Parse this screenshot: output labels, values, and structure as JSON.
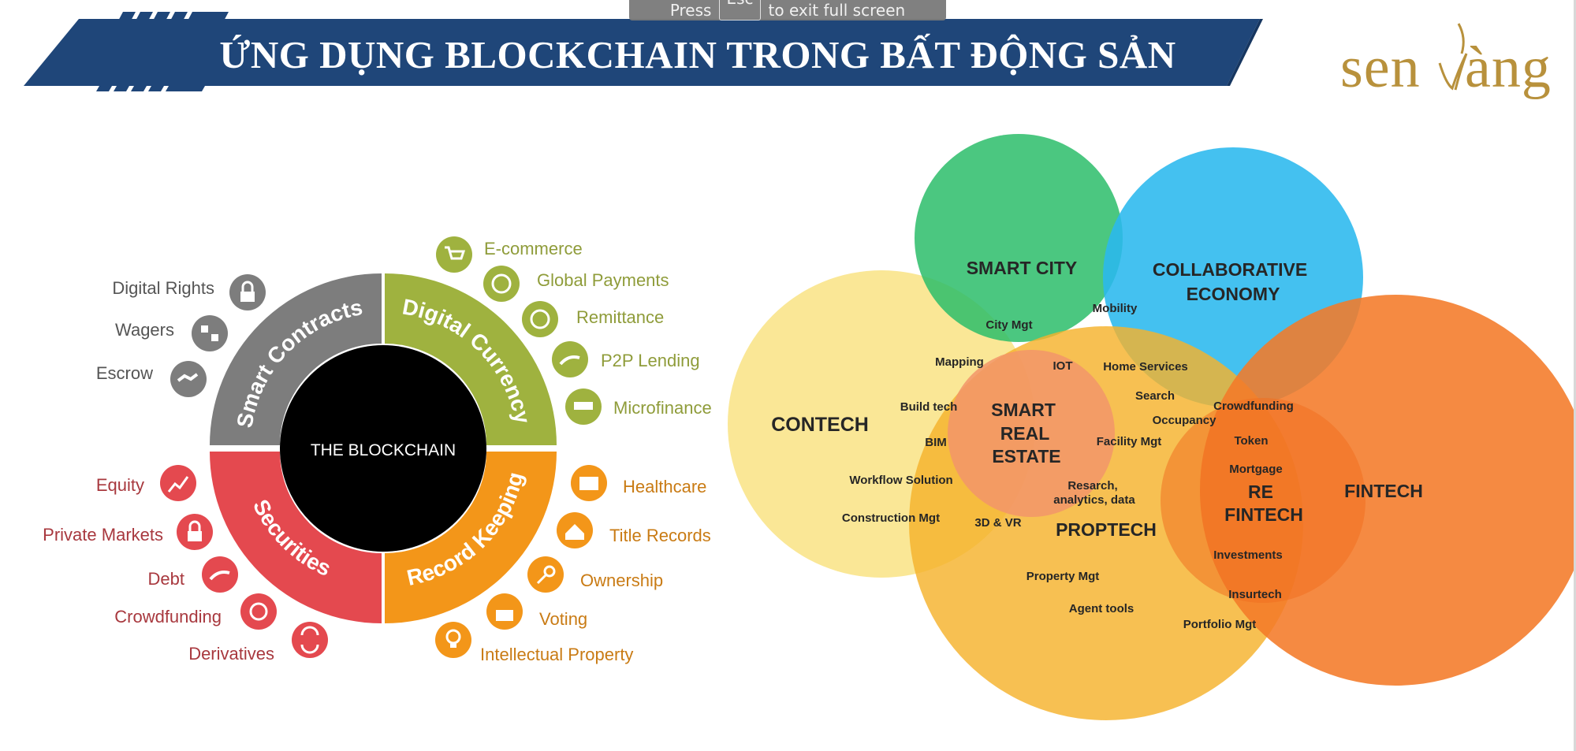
{
  "fullscreen_hint": {
    "press": "Press",
    "key": "Esc",
    "suffix": "to exit full screen"
  },
  "title": "ỨNG DỤNG BLOCKCHAIN TRONG BẤT ĐỘNG SẢN",
  "logo": {
    "text_left": "sen",
    "text_right": "àng"
  },
  "colors": {
    "header_blue": "#1f4679",
    "logo_gold": "#b8913c",
    "smart_contracts": "#7d7d7d",
    "digital_currency": "#9fb23f",
    "securities": "#e4494f",
    "record_keeping": "#f39619",
    "center": "#000000"
  },
  "blockchain_wheel": {
    "center_label": "THE BLOCKCHAIN",
    "segments": [
      {
        "label": "Smart Contracts",
        "color": "#7d7d7d"
      },
      {
        "label": "Digital Currency",
        "color": "#9fb23f"
      },
      {
        "label": "Securities",
        "color": "#e4494f"
      },
      {
        "label": "Record Keeping",
        "color": "#f39619"
      }
    ],
    "smart_contracts_items": [
      {
        "label": "Digital Rights",
        "icon": "lock-icon"
      },
      {
        "label": "Wagers",
        "icon": "dice-icon"
      },
      {
        "label": "Escrow",
        "icon": "handshake-icon"
      }
    ],
    "digital_currency_items": [
      {
        "label": "E-commerce",
        "icon": "cart-icon"
      },
      {
        "label": "Global Payments",
        "icon": "globe-icon"
      },
      {
        "label": "Remittance",
        "icon": "globe-money-icon"
      },
      {
        "label": "P2P Lending",
        "icon": "hand-money-icon"
      },
      {
        "label": "Microfinance",
        "icon": "coins-icon"
      }
    ],
    "securities_items": [
      {
        "label": "Equity",
        "icon": "chart-up-icon"
      },
      {
        "label": "Private Markets",
        "icon": "lock-icon"
      },
      {
        "label": "Debt",
        "icon": "hand-money-icon"
      },
      {
        "label": "Crowdfunding",
        "icon": "people-icon"
      },
      {
        "label": "Derivatives",
        "icon": "swap-icon"
      }
    ],
    "record_keeping_items": [
      {
        "label": "Healthcare",
        "icon": "medical-folder-icon"
      },
      {
        "label": "Title Records",
        "icon": "house-icon"
      },
      {
        "label": "Ownership",
        "icon": "key-icon"
      },
      {
        "label": "Voting",
        "icon": "ballot-icon"
      },
      {
        "label": "Intellectual Property",
        "icon": "lightbulb-icon"
      }
    ]
  },
  "venn": {
    "circles": [
      {
        "label": "CONTECH",
        "color": "#f9e27f"
      },
      {
        "label": "SMART CITY",
        "color": "#2bbd6a"
      },
      {
        "label": "COLLABORATIVE ECONOMY",
        "color": "#2ab8ee"
      },
      {
        "label": "PROPTECH",
        "color": "#f5b22c"
      },
      {
        "label": "FINTECH",
        "color": "#f47a28"
      },
      {
        "label": "SMART REAL ESTATE",
        "color": "#f2956a"
      },
      {
        "label": "RE FINTECH",
        "color": "#f07020"
      }
    ],
    "terms": {
      "city_mgt": "City Mgt",
      "mobility": "Mobility",
      "mapping": "Mapping",
      "iot": "IOT",
      "home_services": "Home Services",
      "search": "Search",
      "occupancy": "Occupancy",
      "crowdfunding": "Crowdfunding",
      "build_tech": "Build tech",
      "bim": "BIM",
      "facility_mgt": "Facility Mgt",
      "token": "Token",
      "mortgage": "Mortgage",
      "workflow": "Workflow Solution",
      "research": "Resarch,",
      "analytics": "analytics, data",
      "construction_mgt": "Construction Mgt",
      "three_d_vr": "3D & VR",
      "investments": "Investments",
      "property_mgt": "Property Mgt",
      "insurtech": "Insurtech",
      "agent_tools": "Agent tools",
      "portfolio_mgt": "Portfolio Mgt"
    }
  }
}
